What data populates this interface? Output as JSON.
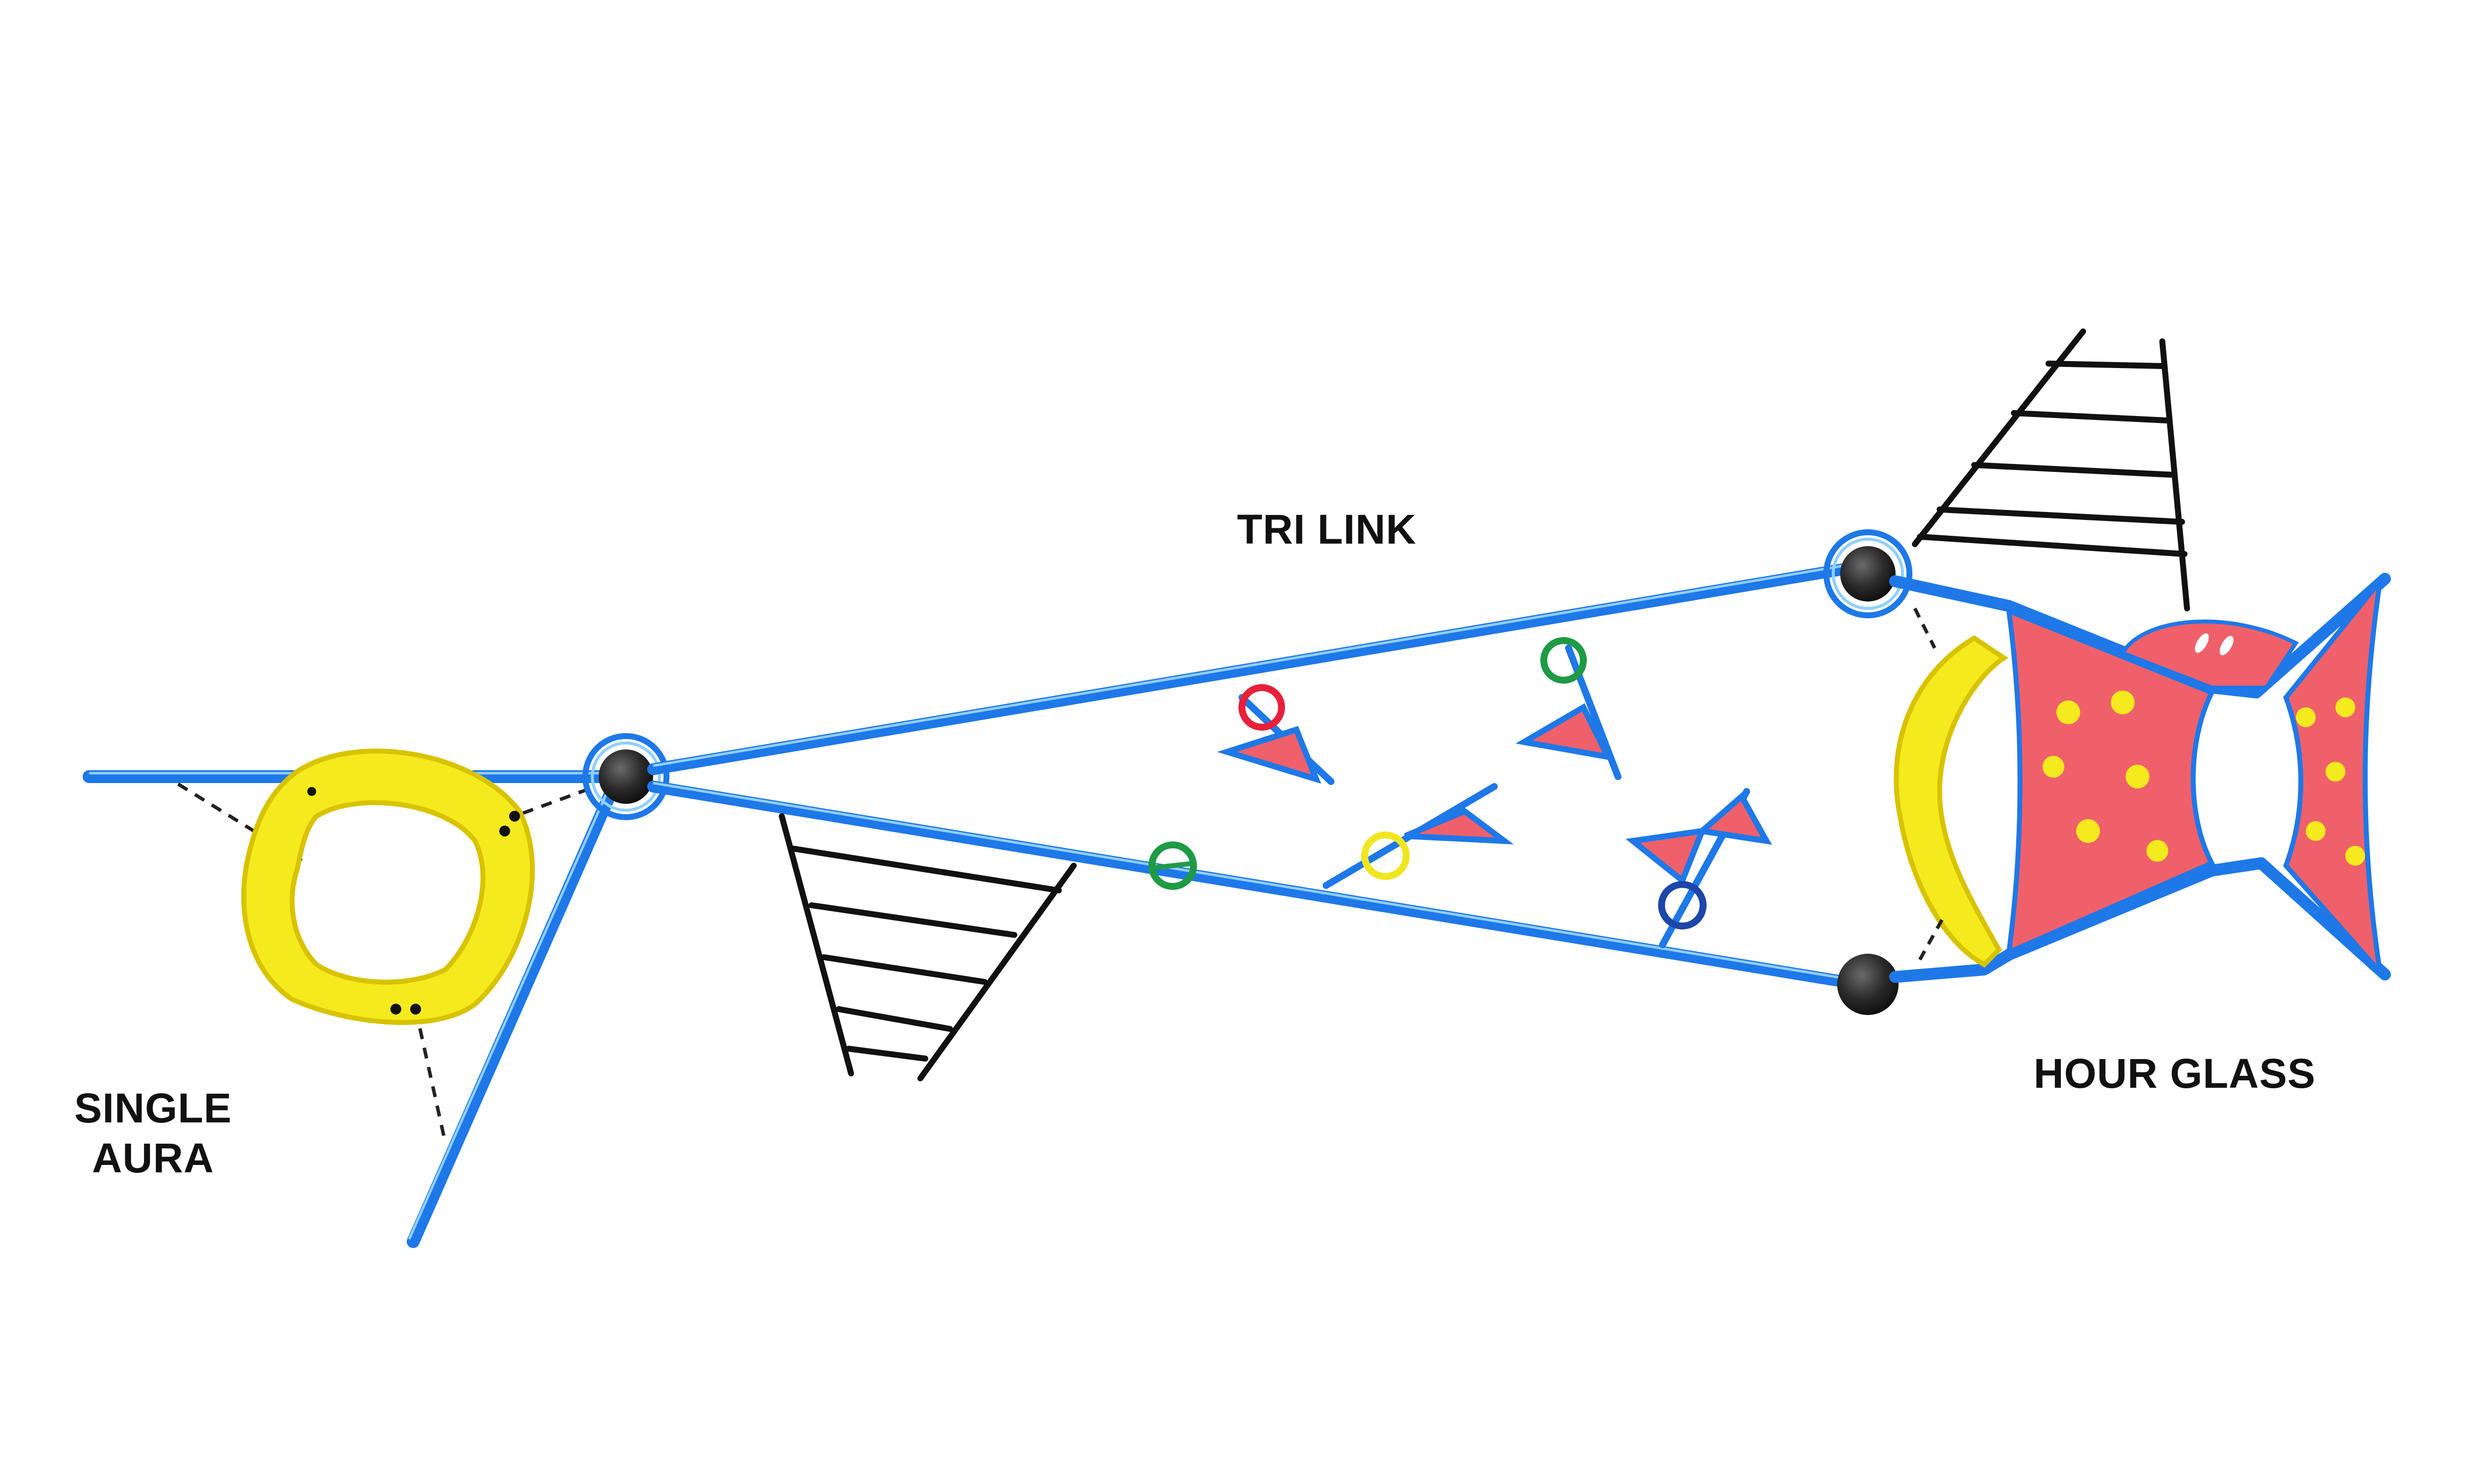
{
  "labels": {
    "tri_link": "TRI LINK",
    "hour_glass": "HOUR GLASS",
    "single_aura_line1": "SINGLE",
    "single_aura_line2": "AURA"
  },
  "colors": {
    "frame_pipe": "#1e78e8",
    "frame_highlight": "#8fd0ff",
    "panel_red": "#f0606a",
    "grip_yellow": "#f5ea1e",
    "ring_red": "#e8203a",
    "ring_green": "#1f9a45",
    "ring_yellow": "#f0e620",
    "ring_navy": "#1d46a8",
    "ladder_black": "#111111",
    "connector_dark": "#2a2a2a"
  },
  "components": [
    "single-aura",
    "tri-link",
    "hour-glass"
  ]
}
